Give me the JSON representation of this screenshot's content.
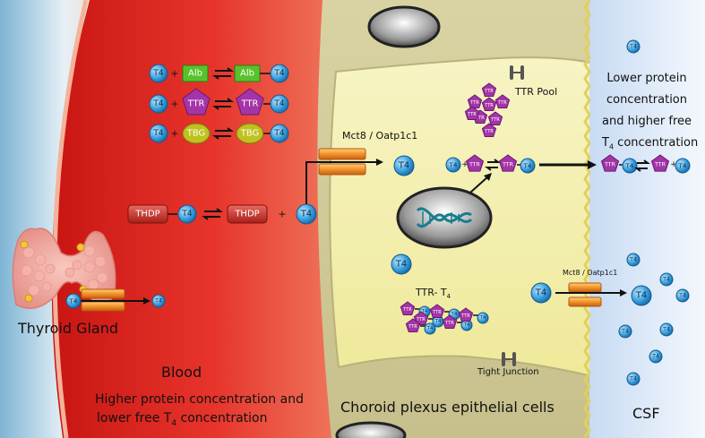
{
  "labels": {
    "thyroid": "Thyroid Gland",
    "blood": "Blood",
    "blood_desc_1": "Higher protein concentration and",
    "blood_desc_2": "lower free T",
    "blood_desc_sub": "4",
    "blood_desc_3": " concentration",
    "choroid": "Choroid plexus epithelial cells",
    "csf": "CSF",
    "csf_desc_1": "Lower protein",
    "csf_desc_2": "concentration",
    "csf_desc_3": "and higher free",
    "csf_desc_4": "T",
    "csf_desc_sub": "4",
    "csf_desc_5": " concentration",
    "mct8_main": "Mct8 / Oatp1c1",
    "mct8_csf": "Mct8 / Oatp1c1",
    "ttr_pool": "TTR Pool",
    "ttr_t4": "TTR- T",
    "ttr_t4_sub": "4",
    "tight_junction": "Tight Junction"
  },
  "molecules": {
    "t4": "T4",
    "alb": "Alb",
    "ttr": "TTR",
    "tbg": "TBG",
    "thdp": "THDP",
    "plus": "+"
  },
  "colors": {
    "blood": "#e0251f",
    "cell": "#f3efa6",
    "csf": "#dbe8f7",
    "t4": "#3aa0dd",
    "alb": "#58c22c",
    "ttr": "#a335a8",
    "tbg": "#bfc21e",
    "thdp": "#c2302a",
    "transporter": "#f2932a"
  }
}
